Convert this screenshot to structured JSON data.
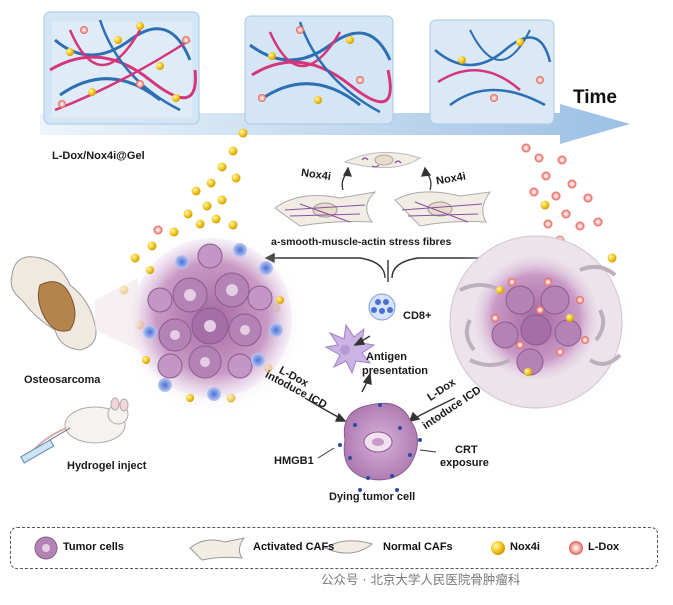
{
  "labels": {
    "gel": "L-Dox/Nox4i@Gel",
    "time": "Time",
    "nox4i_left": "Nox4i",
    "nox4i_right": "Nox4i",
    "stress_fibres": "a-smooth-muscle-actin stress fibres",
    "cd8": "CD8+",
    "antigen": "Antigen",
    "presentation": "presentation",
    "osteosarcoma": "Osteosarcoma",
    "hydrogel_inject": "Hydrogel inject",
    "ldox_left_1": "L-Dox",
    "ldox_left_2": "intoduce ICD",
    "ldox_right_1": "L-Dox",
    "ldox_right_2": "intoduce ICD",
    "hmgb1": "HMGB1",
    "crt_1": "CRT",
    "crt_2": "exposure",
    "dying": "Dying tumor cell"
  },
  "legend": {
    "tumor": "Tumor cells",
    "activated": "Activated CAFs",
    "normal": "Normal CAFs",
    "nox4i": "Nox4i",
    "ldox": "L-Dox"
  },
  "watermark": "公众号 · 北京大学人民医院骨肿瘤科",
  "colors": {
    "gel_blue": "#cfe3f3",
    "tumor_purple": "#b27fb5",
    "nox4i_yellow": "#f2c418",
    "ldox_red": "#d9342b",
    "caf_beige": "#ece4d6"
  }
}
